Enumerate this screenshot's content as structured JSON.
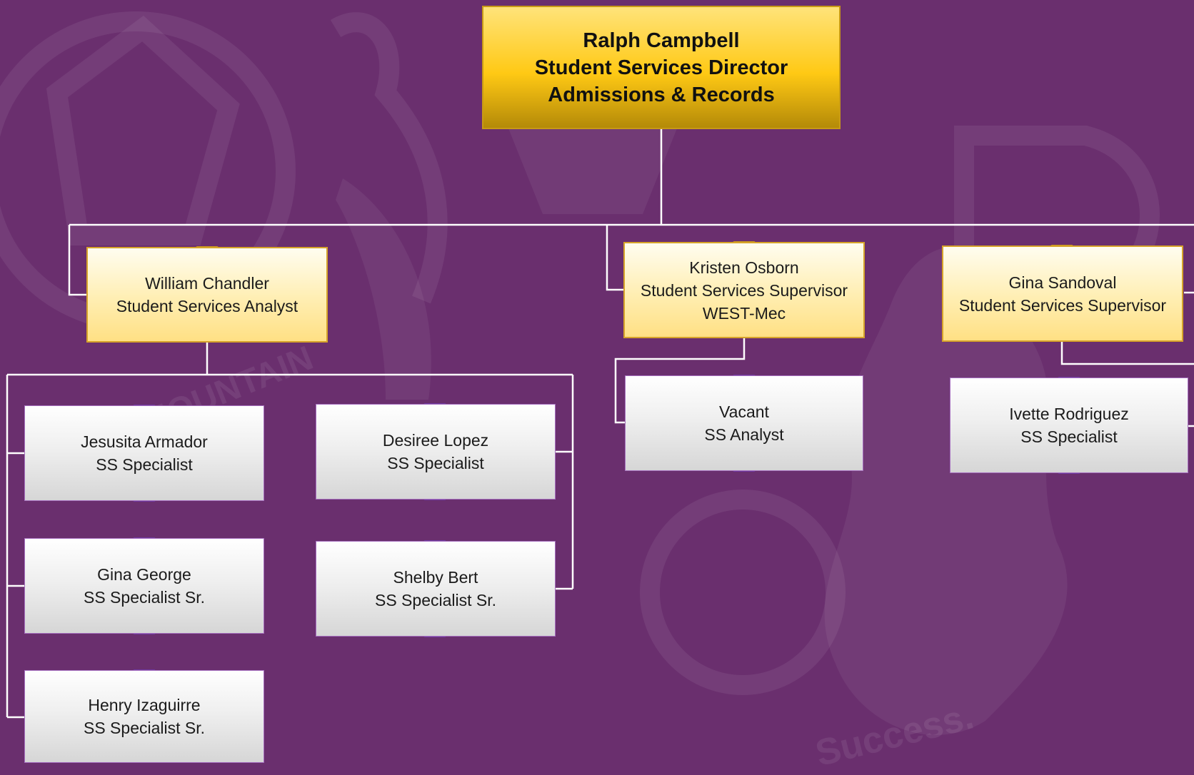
{
  "root": {
    "name": "Ralph Campbell",
    "title": "Student Services Director",
    "dept": "Admissions & Records"
  },
  "managers": [
    {
      "name": "William Chandler",
      "title": "Student Services Analyst"
    },
    {
      "name": "Kristen Osborn",
      "title": "Student Services Supervisor",
      "dept": "WEST-Mec"
    },
    {
      "name": "Gina Sandoval",
      "title": "Student Services Supervisor"
    }
  ],
  "staff": {
    "chandler_left": [
      {
        "name": "Jesusita Armador",
        "title": "SS Specialist"
      },
      {
        "name": "Gina George",
        "title": "SS Specialist Sr."
      },
      {
        "name": "Henry Izaguirre",
        "title": "SS Specialist Sr."
      }
    ],
    "chandler_right": [
      {
        "name": "Desiree Lopez",
        "title": "SS Specialist"
      },
      {
        "name": "Shelby Bert",
        "title": "SS Specialist Sr."
      }
    ],
    "osborn": [
      {
        "name": "Vacant",
        "title": "SS Analyst"
      }
    ],
    "sandoval": [
      {
        "name": "Ivette Rodriguez",
        "title": "SS Specialist"
      }
    ]
  },
  "background": {
    "watermark_text_1": "MOUNTAIN",
    "watermark_text_2": "Success."
  },
  "colors": {
    "background": "#6a2f6e",
    "connector": "#ffffff",
    "root_fill": "#ffc914",
    "manager_fill": "#ffeeb2",
    "staff_fill": "#e6e6e6",
    "marker_gold": "#c8961e",
    "marker_blue": "#3d6bc4"
  }
}
